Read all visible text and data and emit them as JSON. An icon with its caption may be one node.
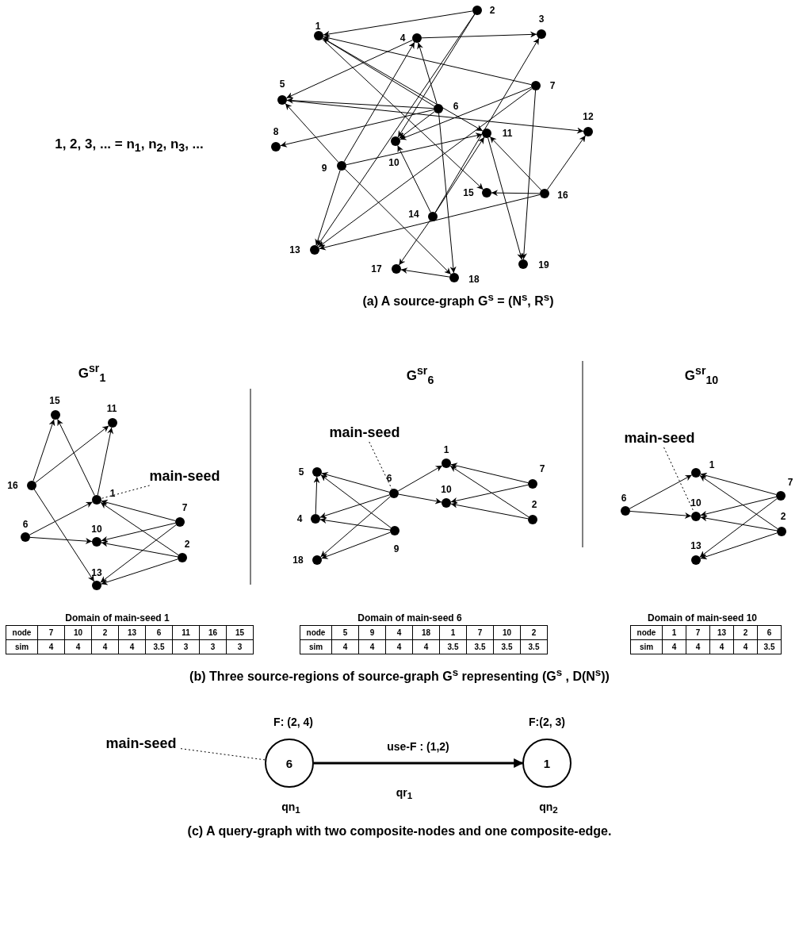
{
  "diagram": {
    "nodes": [
      {
        "text": [
          "1"
        ]
      },
      {
        "text": [
          "2"
        ]
      },
      {
        "text": [
          "3"
        ]
      },
      {
        "text": [
          "4"
        ]
      },
      {
        "text": [
          "5"
        ]
      },
      {
        "text": [
          "6"
        ]
      },
      {
        "text": [
          "7"
        ]
      },
      {
        "text": [
          "8"
        ]
      },
      {
        "text": [
          "9"
        ]
      },
      {
        "text": [
          "10"
        ]
      },
      {
        "text": [
          "11"
        ]
      },
      {
        "text": [
          "12"
        ]
      },
      {
        "text": [
          "13"
        ]
      },
      {
        "text": [
          "14"
        ]
      },
      {
        "text": [
          "15"
        ]
      },
      {
        "text": [
          "16"
        ]
      },
      {
        "text": [
          "17"
        ]
      },
      {
        "text": [
          "18"
        ]
      },
      {
        "text": [
          "19"
        ]
      },
      {
        "text": [
          "15"
        ]
      },
      {
        "text": [
          "11"
        ]
      },
      {
        "text": [
          "main-seed"
        ]
      },
      {
        "text": [
          "16"
        ]
      },
      {
        "text": [
          "1"
        ]
      },
      {
        "text": [
          "7"
        ]
      },
      {
        "text": [
          "6"
        ]
      },
      {
        "text": [
          "10"
        ]
      },
      {
        "text": [
          "2"
        ]
      },
      {
        "text": [
          "13"
        ]
      },
      {
        "text": [
          "main-seed"
        ]
      },
      {
        "text": [
          "1"
        ]
      },
      {
        "text": [
          "5"
        ]
      },
      {
        "text": [
          "6"
        ]
      },
      {
        "text": [
          "7"
        ]
      },
      {
        "text": [
          "10"
        ]
      },
      {
        "text": [
          "2"
        ]
      },
      {
        "text": [
          "4"
        ]
      },
      {
        "text": [
          "9"
        ]
      },
      {
        "text": [
          "18"
        ]
      },
      {
        "text": [
          "main-seed"
        ]
      },
      {
        "text": [
          "1"
        ]
      },
      {
        "text": [
          "7"
        ]
      },
      {
        "text": [
          "6"
        ]
      },
      {
        "text": [
          "10"
        ]
      },
      {
        "text": [
          "2"
        ]
      },
      {
        "text": [
          "13"
        ]
      },
      {
        "text": [
          "main-seed"
        ]
      },
      {
        "text": [
          "6"
        ],
        "beside": [
          "F: (2, 4)",
          "qn$_{1}$"
        ]
      },
      {
        "text": [
          "1"
        ],
        "beside": [
          "F:(2, 3)",
          "qn$_{2}$"
        ]
      }
    ],
    "edges": [
      {
        "from": 1,
        "to": 0,
        "arrow": "to"
      },
      {
        "from": 3,
        "to": 2,
        "arrow": "to"
      },
      {
        "from": 3,
        "to": 4,
        "arrow": "to"
      },
      {
        "from": 0,
        "to": 10,
        "arrow": "to"
      },
      {
        "from": 0,
        "to": 14,
        "arrow": "to"
      },
      {
        "from": 5,
        "to": 0,
        "arrow": "to"
      },
      {
        "from": 5,
        "to": 4,
        "arrow": "to"
      },
      {
        "from": 4,
        "to": 11,
        "arrow": "to"
      },
      {
        "from": 5,
        "to": 7,
        "arrow": "to"
      },
      {
        "from": 5,
        "to": 3,
        "arrow": "to"
      },
      {
        "from": 5,
        "to": 9,
        "arrow": "to"
      },
      {
        "from": 5,
        "to": 17,
        "arrow": "to"
      },
      {
        "from": 6,
        "to": 0,
        "arrow": "to"
      },
      {
        "from": 6,
        "to": 9,
        "arrow": "to"
      },
      {
        "from": 6,
        "to": 12,
        "arrow": "to"
      },
      {
        "from": 6,
        "to": 18,
        "arrow": "to"
      },
      {
        "from": 1,
        "to": 9,
        "arrow": "to"
      },
      {
        "from": 1,
        "to": 12,
        "arrow": "to"
      },
      {
        "from": 8,
        "to": 4,
        "arrow": "to"
      },
      {
        "from": 8,
        "to": 3,
        "arrow": "to"
      },
      {
        "from": 8,
        "to": 10,
        "arrow": "to"
      },
      {
        "from": 8,
        "to": 12,
        "arrow": "to"
      },
      {
        "from": 8,
        "to": 17,
        "arrow": "to"
      },
      {
        "from": 13,
        "to": 2,
        "arrow": "to"
      },
      {
        "from": 13,
        "to": 9,
        "arrow": "to"
      },
      {
        "from": 13,
        "to": 16,
        "arrow": "to"
      },
      {
        "from": 13,
        "to": 10,
        "arrow": "to"
      },
      {
        "from": 15,
        "to": 10,
        "arrow": "to"
      },
      {
        "from": 15,
        "to": 11,
        "arrow": "to"
      },
      {
        "from": 15,
        "to": 14,
        "arrow": "to"
      },
      {
        "from": 15,
        "to": 12,
        "arrow": "to"
      },
      {
        "from": 10,
        "to": 18,
        "arrow": "to"
      },
      {
        "from": 17,
        "to": 16,
        "arrow": "to"
      },
      {
        "from": 22,
        "to": 19,
        "arrow": "to"
      },
      {
        "from": 22,
        "to": 20,
        "arrow": "to"
      },
      {
        "from": 23,
        "to": 19,
        "arrow": "to"
      },
      {
        "from": 23,
        "to": 20,
        "arrow": "to"
      },
      {
        "from": 25,
        "to": 23,
        "arrow": "to"
      },
      {
        "from": 25,
        "to": 26,
        "arrow": "to"
      },
      {
        "from": 22,
        "to": 28,
        "arrow": "to"
      },
      {
        "from": 24,
        "to": 23,
        "arrow": "to"
      },
      {
        "from": 24,
        "to": 26,
        "arrow": "to"
      },
      {
        "from": 24,
        "to": 28,
        "arrow": "to"
      },
      {
        "from": 27,
        "to": 23,
        "arrow": "to"
      },
      {
        "from": 27,
        "to": 26,
        "arrow": "to"
      },
      {
        "from": 27,
        "to": 28,
        "arrow": "to"
      },
      {
        "from": 21,
        "to": 23,
        "arrow": "none",
        "style": "dashed"
      },
      {
        "from": 32,
        "to": 31,
        "arrow": "to"
      },
      {
        "from": 32,
        "to": 36,
        "arrow": "to"
      },
      {
        "from": 32,
        "to": 38,
        "arrow": "to"
      },
      {
        "from": 32,
        "to": 30,
        "arrow": "to"
      },
      {
        "from": 32,
        "to": 34,
        "arrow": "to"
      },
      {
        "from": 36,
        "to": 31,
        "arrow": "to"
      },
      {
        "from": 37,
        "to": 31,
        "arrow": "to"
      },
      {
        "from": 37,
        "to": 36,
        "arrow": "to"
      },
      {
        "from": 37,
        "to": 38,
        "arrow": "to"
      },
      {
        "from": 33,
        "to": 30,
        "arrow": "to"
      },
      {
        "from": 33,
        "to": 34,
        "arrow": "to"
      },
      {
        "from": 35,
        "to": 30,
        "arrow": "to"
      },
      {
        "from": 35,
        "to": 34,
        "arrow": "to"
      },
      {
        "from": 29,
        "to": 32,
        "arrow": "none",
        "style": "dashed"
      },
      {
        "from": 42,
        "to": 40,
        "arrow": "to"
      },
      {
        "from": 42,
        "to": 43,
        "arrow": "to"
      },
      {
        "from": 41,
        "to": 40,
        "arrow": "to"
      },
      {
        "from": 41,
        "to": 43,
        "arrow": "to"
      },
      {
        "from": 41,
        "to": 45,
        "arrow": "to"
      },
      {
        "from": 44,
        "to": 40,
        "arrow": "to"
      },
      {
        "from": 44,
        "to": 43,
        "arrow": "to"
      },
      {
        "from": 44,
        "to": 45,
        "arrow": "to"
      },
      {
        "from": 39,
        "to": 43,
        "arrow": "none",
        "style": "dashed"
      },
      {
        "from": 47,
        "to": 48,
        "arrow": "to",
        "style": "thick",
        "label": "use-F : (1,2)"
      },
      {
        "from": 46,
        "to": 47,
        "arrow": "none",
        "style": "dashed"
      }
    ],
    "labels": [
      "1, 2, 3, ... = n$_{1}$, n$_{2}$, n$_{3}$, ...",
      "(a) A source-graph G$^{s}$ = (N$^{s}$, R$^{s}$)",
      "G$^{sr}$$_{1}$",
      "G$^{sr}$$_{6}$",
      "G$^{sr}$$_{10}$",
      "Domain of main-seed  1",
      "node",
      "7",
      "10",
      "2",
      "13",
      "6",
      "11",
      "16",
      "15",
      "sim",
      "4",
      "4",
      "4",
      "4",
      "3.5",
      "3",
      "3",
      "3",
      "Domain of main-seed  6",
      "node",
      "5",
      "9",
      "4",
      "18",
      "1",
      "7",
      "10",
      "2",
      "sim",
      "4",
      "4",
      "4",
      "4",
      "3.5",
      "3.5",
      "3.5",
      "3.5",
      "Domain of main-seed  10",
      "node",
      "1",
      "7",
      "13",
      "2",
      "6",
      "sim",
      "4",
      "4",
      "4",
      "4",
      "3.5",
      "(b) Three source-regions of source-graph G$^{s}$  representing  (G$^{s}$ , D(N$^{s}$))",
      "qr$_{1}$",
      "(c) A query-graph with two composite-nodes and one composite-edge."
    ]
  }
}
